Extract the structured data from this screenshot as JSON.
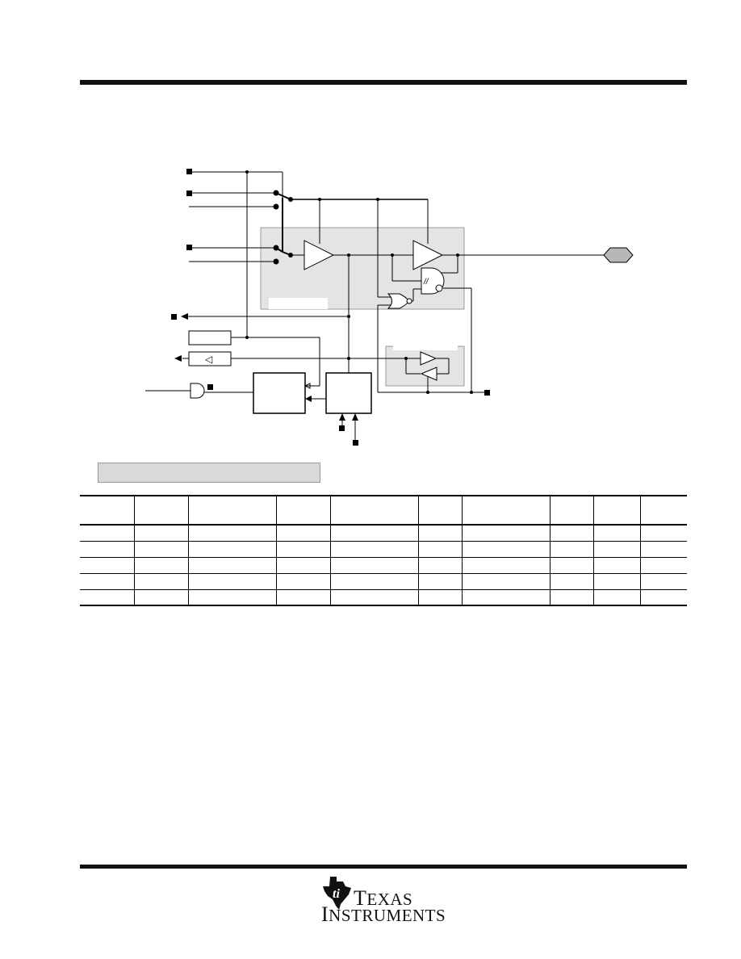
{
  "header": {},
  "diagram": {
    "panels": [
      "upper-shaded-block",
      "keeper-shaded-block",
      "inner-label-box"
    ],
    "output_pad_shape": "hexagon",
    "buffer_glyph": "◁"
  },
  "caption": {
    "text": ""
  },
  "table": {
    "columns": [
      "",
      "",
      "",
      "",
      "",
      "",
      "",
      "",
      "",
      ""
    ],
    "rows": [
      [
        "",
        "",
        "",
        "",
        "",
        "",
        "",
        "",
        "",
        ""
      ],
      [
        "",
        "",
        "",
        "",
        "",
        "",
        "",
        "",
        "",
        ""
      ],
      [
        "",
        "",
        "",
        "",
        "",
        "",
        "",
        "",
        "",
        ""
      ],
      [
        "",
        "",
        "",
        "",
        "",
        "",
        "",
        "",
        "",
        ""
      ],
      [
        "",
        "",
        "",
        "",
        "",
        "",
        "",
        "",
        "",
        ""
      ]
    ]
  },
  "footer": {
    "logo": {
      "line1": "EXAS",
      "line2": "NSTRUMENTS",
      "cap1": "T",
      "cap2": "I"
    }
  },
  "colors": {
    "rule": "#111111",
    "panel": "#e4e4e4",
    "panel_border": "#9a9a9a",
    "caption_bg": "#d9d9d9"
  }
}
